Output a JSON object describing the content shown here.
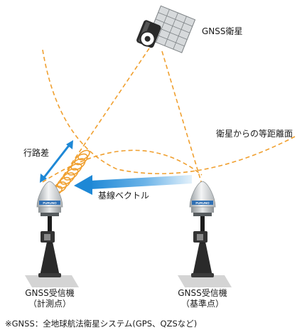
{
  "labels": {
    "satellite": "GNSS衛星",
    "equidistant_surface": "衛星からの等距離面",
    "path_difference": "行路差",
    "baseline_vector": "基線ベクトル"
  },
  "receivers": {
    "measuring": {
      "title": "GNSS受信機",
      "subtitle": "（計測点）",
      "brand": "FURUNO"
    },
    "reference": {
      "title": "GNSS受信機",
      "subtitle": "（基準点）",
      "brand": "FURUNO"
    }
  },
  "footnote": "※GNSS：全地球航法衛星システム(GPS、QZSなど)",
  "colors": {
    "orange": "#f0a030",
    "blue": "#1e88d6",
    "blue_light": "#cfe6f7",
    "base_gray": "#d2d2d2",
    "panel_gray": "#cfd3d6"
  },
  "icons": {
    "satellite": "satellite-icon",
    "receiver": "gnss-antenna-icon"
  }
}
